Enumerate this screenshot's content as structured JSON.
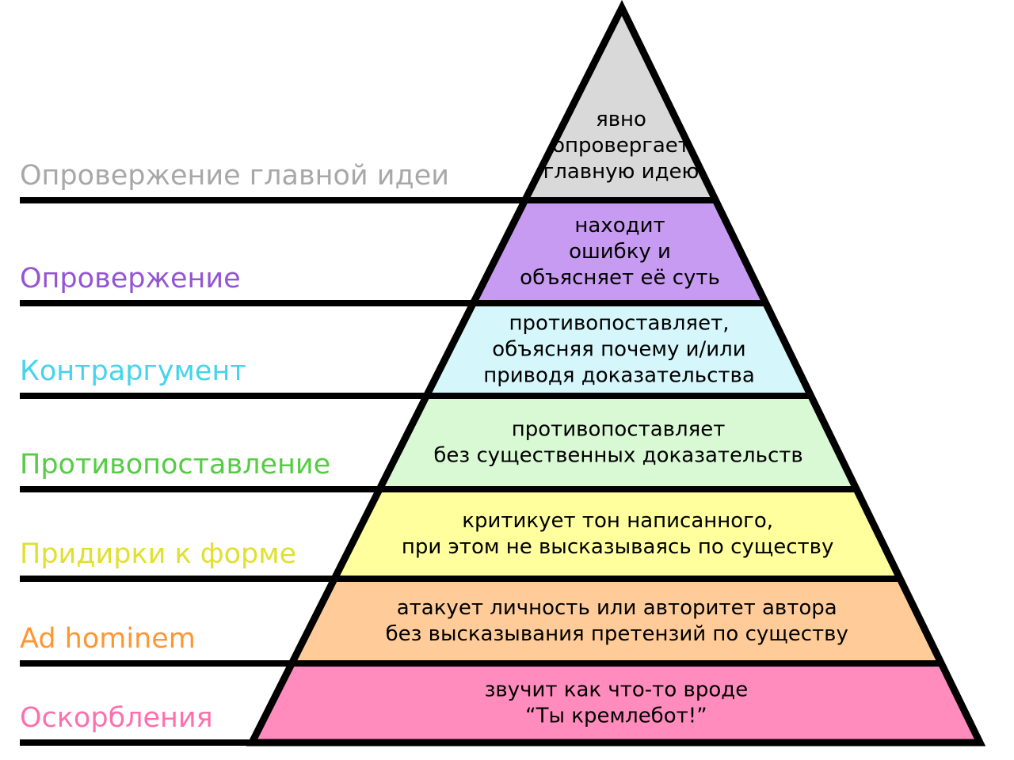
{
  "diagram": {
    "name": "hierarchy-of-disagreement-pyramid",
    "outline_color": "#000000",
    "background_color": "#ffffff",
    "text_color": "#000000",
    "levels": [
      {
        "label": "Опровержение главной идеи",
        "label_color": "#a8a8a8",
        "band_color": "#d9d9d9",
        "text_lines": [
          "явно",
          "опровергает",
          "главную идею"
        ]
      },
      {
        "label": "Опровержение",
        "label_color": "#9455d4",
        "band_color": "#c79bf2",
        "text_lines": [
          "находит",
          "ошибку и",
          "объясняет её суть"
        ]
      },
      {
        "label": "Контраргумент",
        "label_color": "#44d4ec",
        "band_color": "#d5f6fb",
        "text_lines": [
          "противопоставляет,",
          "объясняя почему и/или",
          "приводя доказательства"
        ]
      },
      {
        "label": "Противопоставление",
        "label_color": "#55cc44",
        "band_color": "#d9f8d4",
        "text_lines": [
          "противопоставляет",
          "без существенных доказательств"
        ]
      },
      {
        "label": "Придирки к форме",
        "label_color": "#e0e030",
        "band_color": "#ffff9e",
        "text_lines": [
          "критикует тон написанного,",
          "при этом не высказываясь по существу"
        ]
      },
      {
        "label": "Ad hominem",
        "label_color": "#ff9632",
        "band_color": "#ffcc99",
        "text_lines": [
          "атакует личность или авторитет автора",
          "без высказывания претензий по существу"
        ]
      },
      {
        "label": "Оскорбления",
        "label_color": "#ff6fae",
        "band_color": "#ff8cbd",
        "text_lines": [
          "звучит как что-то вроде",
          "“Ты кремлебот!”"
        ]
      }
    ]
  }
}
